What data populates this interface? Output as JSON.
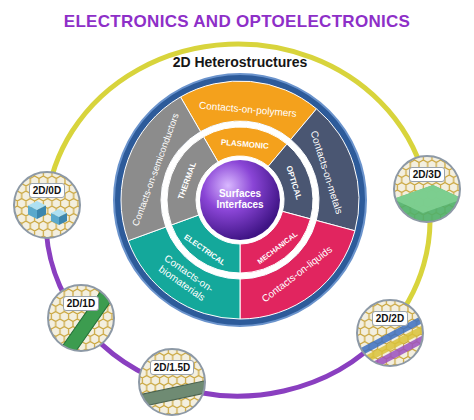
{
  "diagram": {
    "title": "ELECTRONICS AND OPTOELECTRONICS",
    "nodes": [
      {
        "text": [
          "2D Heterostructures"
        ]
      },
      {
        "text": [
          "Contacts-on-polymers"
        ],
        "in": 0
      },
      {
        "text": [
          "Contacts-on-metals"
        ],
        "in": 0
      },
      {
        "text": [
          "Contacts-on-liquids"
        ],
        "in": 0
      },
      {
        "text": [
          "Contacts-on-biomaterials"
        ],
        "in": 0
      },
      {
        "text": [
          "Contacts-on-semiconductors"
        ],
        "in": 0
      },
      {
        "text": [
          "PLASMONIC"
        ],
        "in": 0
      },
      {
        "text": [
          "OPTICAL"
        ],
        "in": 0
      },
      {
        "text": [
          "MECHANICAL"
        ],
        "in": 0
      },
      {
        "text": [
          "ELECTRICAL"
        ],
        "in": 0
      },
      {
        "text": [
          "THERMAL"
        ],
        "in": 0
      },
      {
        "text": [
          "Surfaces Interfaces"
        ],
        "in": 0
      },
      {
        "text": [
          "2D/0D"
        ]
      },
      {
        "text": [
          "2D/3D"
        ]
      },
      {
        "text": [
          "2D/1D"
        ]
      },
      {
        "text": [
          "2D/2D"
        ]
      },
      {
        "text": [
          "2D/1.5D"
        ]
      }
    ]
  }
}
